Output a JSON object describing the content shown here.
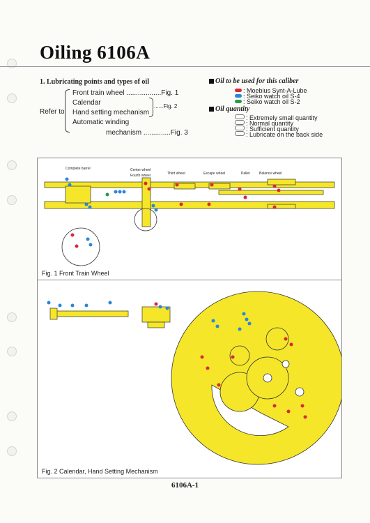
{
  "title": "Oiling  6106A",
  "section": {
    "heading": "1.  Lubricating points and types of oil",
    "refer_to": "Refer to",
    "items": [
      "Front  train  wheel  ..................Fig.  1",
      "Calendar",
      "Hand setting mechanism",
      "Automatic  winding",
      "mechanism  ..............Fig.  3"
    ],
    "fig2_ref": "......Fig.  2"
  },
  "oil_types": {
    "heading": "Oil  to  be  used  for  this  caliber",
    "items": [
      {
        "label": ": Moebius   Synt-A-Lube",
        "color": "#d8283a"
      },
      {
        "label": ": Seiko watch oil  S-4",
        "color": "#2a86d6"
      },
      {
        "label": ": Seiko watch oil  S-2",
        "color": "#2a9a4a"
      }
    ]
  },
  "oil_quantity": {
    "heading": "Oil  quantity",
    "items": [
      ": Extremely  small  quantity",
      ": Normal  quantity",
      ": Sufficient  quantity",
      ": Lubricate  on  the  back  side"
    ]
  },
  "fig1": {
    "caption": "Fig.  1  Front Train Wheel",
    "labels": [
      "Complete barrel",
      "Center wheel",
      "Fourth wheel",
      "Third wheel",
      "Escape wheel",
      "Pallet",
      "Balance wheel"
    ]
  },
  "fig2": {
    "caption": "Fig.  2  Calendar,  Hand Setting Mechanism"
  },
  "page_number": "6106A-1",
  "colors": {
    "movement_yellow": "#f5e62a",
    "oil_red": "#d8283a",
    "oil_blue": "#2a86d6",
    "oil_green": "#2a9a4a"
  }
}
